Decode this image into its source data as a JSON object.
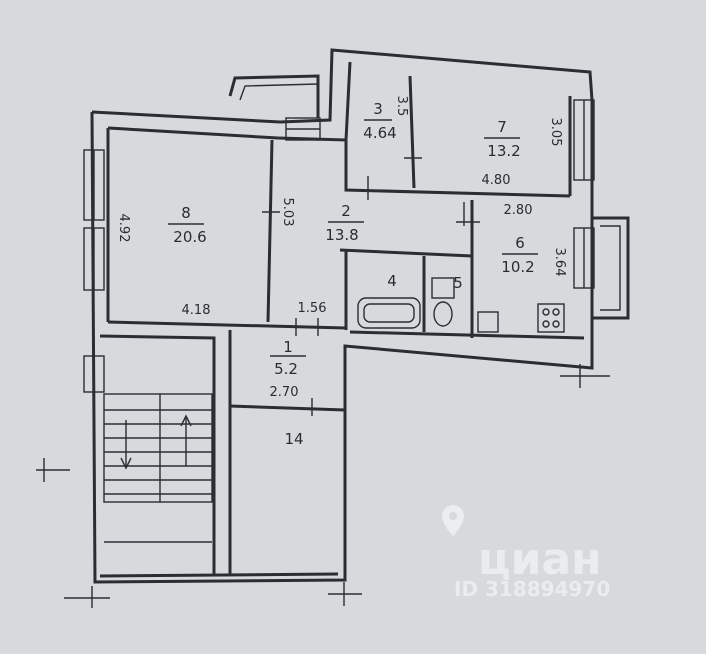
{
  "rooms": [
    {
      "id": "1",
      "area": "5.2"
    },
    {
      "id": "2",
      "area": "13.8"
    },
    {
      "id": "3",
      "area": "4.64"
    },
    {
      "id": "4"
    },
    {
      "id": "5"
    },
    {
      "id": "6",
      "area": "10.2"
    },
    {
      "id": "7",
      "area": "13.2"
    },
    {
      "id": "8",
      "area": "20.6"
    }
  ],
  "dimensions": [
    "4.92",
    "4.18",
    "5.03",
    "1.56",
    "2.70",
    "3.5",
    "4.80",
    "3.05",
    "2.80",
    "3.64",
    "14"
  ],
  "watermark": {
    "brand": "циан",
    "id_text": "ID 318894970"
  }
}
